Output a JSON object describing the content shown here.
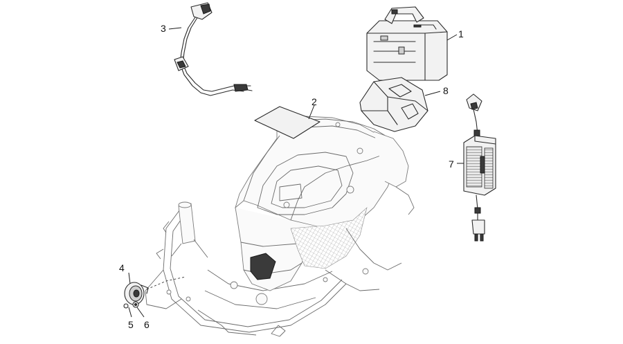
{
  "callouts": [
    {
      "id": "1",
      "text": "1"
    },
    {
      "id": "2",
      "text": "2"
    },
    {
      "id": "3",
      "text": "3"
    },
    {
      "id": "4",
      "text": "4"
    },
    {
      "id": "5",
      "text": "5"
    },
    {
      "id": "6",
      "text": "6"
    },
    {
      "id": "7",
      "text": "7"
    },
    {
      "id": "8",
      "text": "8"
    }
  ],
  "colors": {
    "line": "#2a2a2a",
    "frame": "#6a6a6a",
    "background": "#ffffff"
  },
  "icons": {
    "battery": "battery-icon",
    "wiring_harness": "wiring-harness-icon",
    "battery_holder": "battery-holder-icon",
    "charger": "charger-icon",
    "horn": "horn-icon",
    "label_sheet": "label-sheet-icon",
    "scooter_frame": "scooter-frame-icon"
  }
}
